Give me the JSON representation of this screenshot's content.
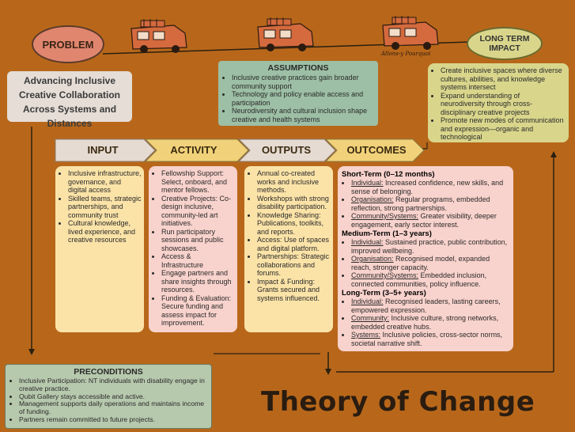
{
  "problem": {
    "label": "PROBLEM",
    "statement": "Advancing Inclusive Creative Collaboration Across Systems and Distances"
  },
  "long_term_impact": {
    "label": "LONG TERM IMPACT",
    "items": [
      "Create inclusive spaces where diverse cultures, abilities, and knowledge systems intersect",
      "Expand understanding of neurodiversity through cross-disciplinary creative projects",
      "Promote new modes of communication and expression—organic and technological"
    ]
  },
  "road_sign": "Allons-y Pourquoi",
  "assumptions": {
    "title": "ASSUMPTIONS",
    "items": [
      "Inclusive creative practices gain broader community support",
      "Technology and policy enable access and participation",
      "Neurodiversity and cultural inclusion shape creative and health systems"
    ]
  },
  "stages": {
    "input": "INPUT",
    "activity": "ACTIVITY",
    "outputs": "OUTPUTS",
    "outcomes": "OUTCOMES"
  },
  "input_items": [
    "Inclusive infrastructure, governance, and digital access",
    "Skilled teams, strategic partnerships, and community trust",
    "Cultural knowledge, lived experience, and creative resources"
  ],
  "activity_items": [
    "Fellowship Support: Select, onboard, and mentor fellows.",
    "Creative Projects: Co-design inclusive, community-led art initiatives.",
    "Run participatory sessions and public showcases.",
    "Access & Infrastructure",
    "Engage partners and share insights through resources.",
    "Funding & Evaluation: Secure funding and assess impact for improvement."
  ],
  "output_items": [
    "Annual co-created works and inclusive methods.",
    "Workshops with strong disability participation.",
    "Knowledge Sharing: Publications, toolkits, and reports.",
    "Access: Use of spaces and digital platform.",
    "Partnerships: Strategic collaborations and forums.",
    "Impact & Funding: Grants secured and systems influenced."
  ],
  "outcomes": {
    "short": {
      "heading": "Short-Term (0–12 months)",
      "items": [
        {
          "label": "Individual:",
          "text": " Increased confidence, new skills, and sense of belonging."
        },
        {
          "label": "Organisation:",
          "text": " Regular programs, embedded reflection, strong partnerships."
        },
        {
          "label": "Community/Systems:",
          "text": " Greater visibility, deeper engagement, early sector interest."
        }
      ]
    },
    "medium": {
      "heading": "Medium-Term (1–3 years)",
      "items": [
        {
          "label": "Individual:",
          "text": " Sustained practice, public contribution, improved wellbeing."
        },
        {
          "label": "Organisation:",
          "text": " Recognised model, expanded reach, stronger capacity."
        },
        {
          "label": "Community/Systems:",
          "text": " Embedded inclusion, connected communities, policy influence."
        }
      ]
    },
    "long": {
      "heading": "Long-Term (3–5+ years)",
      "items": [
        {
          "label": "Individual:",
          "text": " Recognised leaders, lasting careers, empowered expression."
        },
        {
          "label": "Community:",
          "text": " Inclusive culture, strong networks, embedded creative hubs."
        },
        {
          "label": "Systems:",
          "text": " Inclusive policies, cross-sector norms, societal narrative shift."
        }
      ]
    }
  },
  "preconditions": {
    "title": "PRECONDITIONS",
    "items": [
      "Inclusive Participation: NT individuals with disability engage in creative practice.",
      "Qubit Gallery stays accessible and active.",
      "Management supports daily operations and maintains income of funding.",
      "Partners remain committed to future projects."
    ]
  },
  "main_title": "Theory of Change",
  "colors": {
    "background": "#b8671a",
    "problem_oval": "#e0866f",
    "impact_oval": "#d9d68c",
    "assumptions": "#9dbfa5",
    "card_yellow": "#fbe3a8",
    "card_pink": "#f8d2cc",
    "preconditions": "#b7c9ad"
  }
}
